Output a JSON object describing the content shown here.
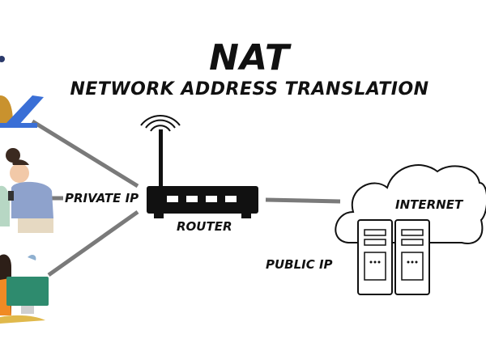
{
  "diagram": {
    "title": "NAT",
    "subtitle": "NETWORK ADDRESS TRANSLATION",
    "labels": {
      "private_ip": "PRIVATE IP",
      "router": "ROUTER",
      "internet": "INTERNET",
      "public_ip": "PUBLIC IP"
    }
  },
  "colors": {
    "link_line": "#7a7a7a",
    "router_body": "#111111",
    "text": "#111111"
  }
}
